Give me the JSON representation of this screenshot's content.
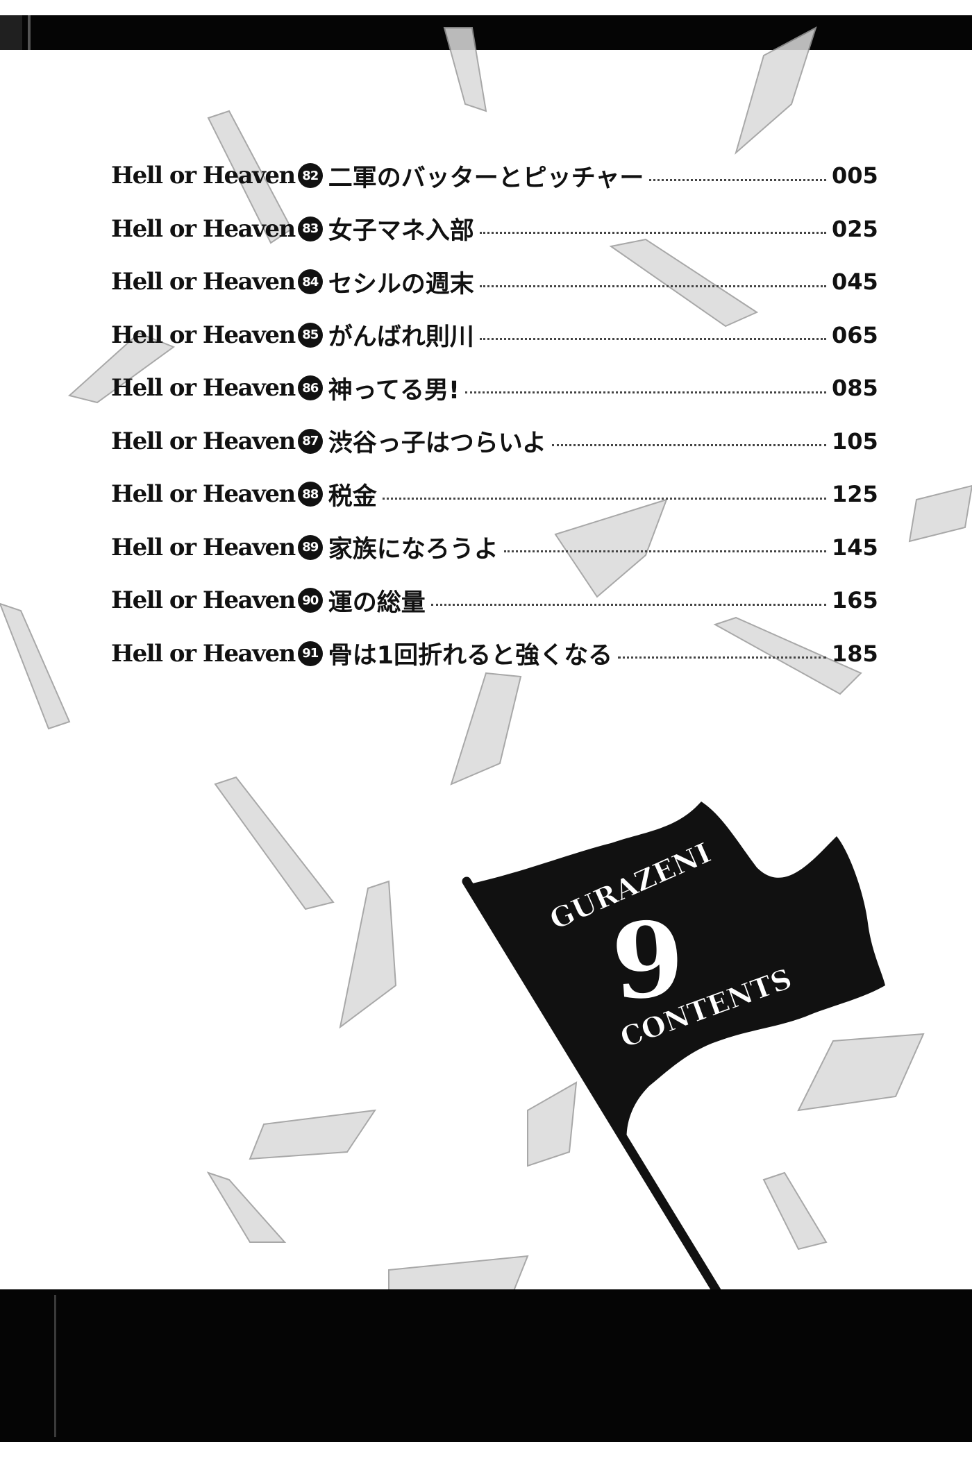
{
  "toc": {
    "entries": [
      {
        "series": "Hell or Heaven",
        "number": "82",
        "title": "二軍のバッターとピッチャー",
        "page": "005"
      },
      {
        "series": "Hell or Heaven",
        "number": "83",
        "title": "女子マネ入部",
        "page": "025"
      },
      {
        "series": "Hell or Heaven",
        "number": "84",
        "title": "セシルの週末",
        "page": "045"
      },
      {
        "series": "Hell or Heaven",
        "number": "85",
        "title": "がんばれ則川",
        "page": "065"
      },
      {
        "series": "Hell or Heaven",
        "number": "86",
        "title": "神ってる男!",
        "page": "085"
      },
      {
        "series": "Hell or Heaven",
        "number": "87",
        "title": "渋谷っ子はつらいよ",
        "page": "105"
      },
      {
        "series": "Hell or Heaven",
        "number": "88",
        "title": "税金",
        "page": "125"
      },
      {
        "series": "Hell or Heaven",
        "number": "89",
        "title": "家族になろうよ",
        "page": "145"
      },
      {
        "series": "Hell or Heaven",
        "number": "90",
        "title": "運の総量",
        "page": "165"
      },
      {
        "series": "Hell or Heaven",
        "number": "91",
        "title": "骨は1回折れると強くなる",
        "page": "185"
      }
    ]
  },
  "flag": {
    "title": "GURAZENI",
    "volume": "9",
    "label": "CONTENTS"
  },
  "colors": {
    "ink": "#111111",
    "paper": "#ffffff",
    "bill": "#d9d9d9"
  }
}
